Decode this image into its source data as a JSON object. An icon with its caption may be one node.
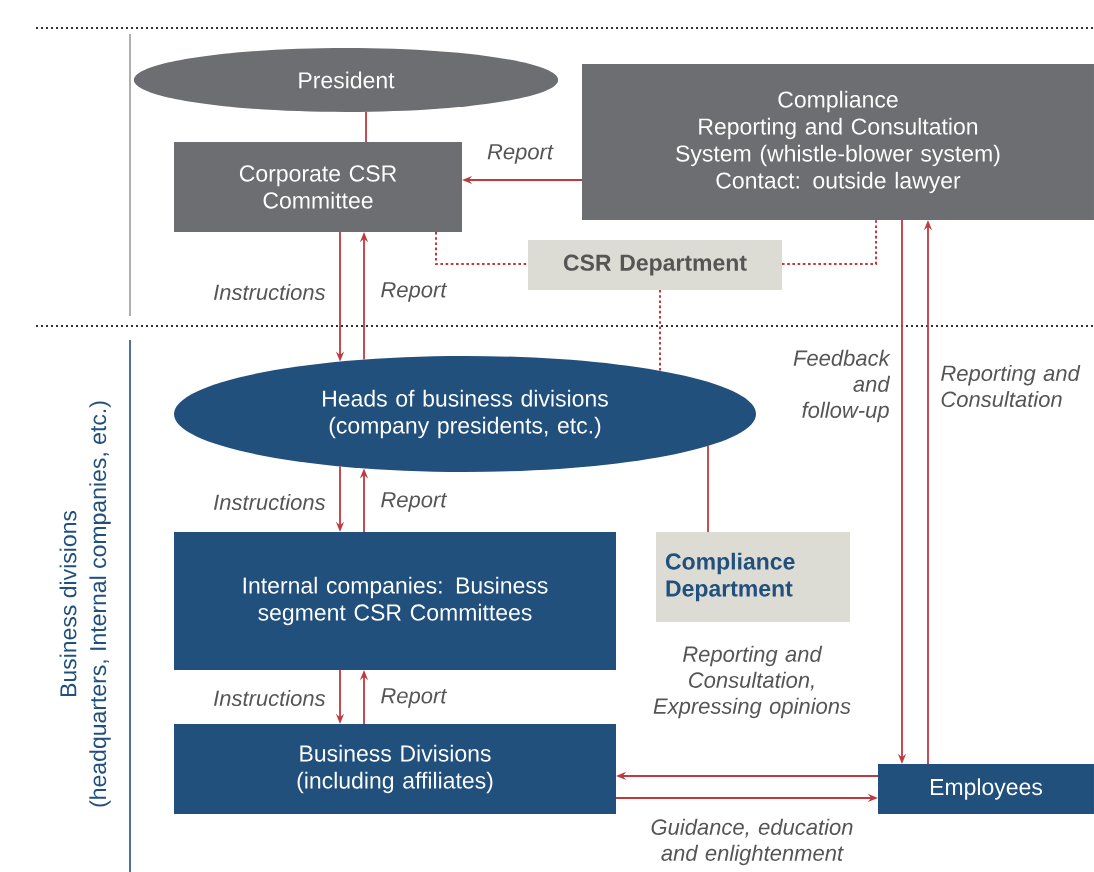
{
  "diagram": {
    "nodes": [
      {
        "text": [
          "President"
        ]
      },
      {
        "text": [
          "Corporate CSR Committee"
        ]
      },
      {
        "text": [
          "Compliance",
          "Reporting and Consultation System (whistle-blower system)",
          "Contact: outside lawyer"
        ]
      },
      {
        "text": [
          "CSR Department"
        ]
      },
      {
        "text": [
          "Heads of business divisions (company presidents, etc.)"
        ]
      },
      {
        "text": [
          "Internal companies: Business segment CSR Committees"
        ]
      },
      {
        "text": [
          "Compliance Department"
        ]
      },
      {
        "text": [
          "Business Divisions (including affiliates)"
        ]
      },
      {
        "text": [
          "Employees"
        ]
      }
    ],
    "edges": [
      {
        "from": 0,
        "to": 1,
        "arrow": "none"
      },
      {
        "from": 2,
        "to": 1,
        "arrow": "to",
        "label": "Report"
      },
      {
        "from": 1,
        "to": 3,
        "arrow": "none",
        "style": "dashed"
      },
      {
        "from": 3,
        "to": 2,
        "arrow": "none",
        "style": "dashed"
      },
      {
        "from": 3,
        "to": 4,
        "arrow": "none",
        "style": "dashed"
      },
      {
        "from": 1,
        "to": 4,
        "arrow": "to",
        "label": "Instructions"
      },
      {
        "from": 4,
        "to": 1,
        "arrow": "to",
        "label": "Report"
      },
      {
        "from": 4,
        "to": 5,
        "arrow": "to",
        "label": "Instructions"
      },
      {
        "from": 5,
        "to": 4,
        "arrow": "to",
        "label": "Report"
      },
      {
        "from": 5,
        "to": 7,
        "arrow": "to",
        "label": "Instructions"
      },
      {
        "from": 7,
        "to": 5,
        "arrow": "to",
        "label": "Report"
      },
      {
        "from": 4,
        "to": 6,
        "arrow": "none"
      },
      {
        "from": 2,
        "to": 8,
        "arrow": "to",
        "label": "Feedback and follow-up"
      },
      {
        "from": 8,
        "to": 2,
        "arrow": "to",
        "label": "Reporting and Consultation"
      },
      {
        "from": 8,
        "to": 7,
        "arrow": "to",
        "label": "Reporting and Consultation, Expressing opinions"
      },
      {
        "from": 7,
        "to": 8,
        "arrow": "to",
        "label": "Guidance, education and enlightenment"
      }
    ],
    "labels": [
      "Business divisions",
      "(headquarters, Internal companies, etc.)"
    ]
  }
}
